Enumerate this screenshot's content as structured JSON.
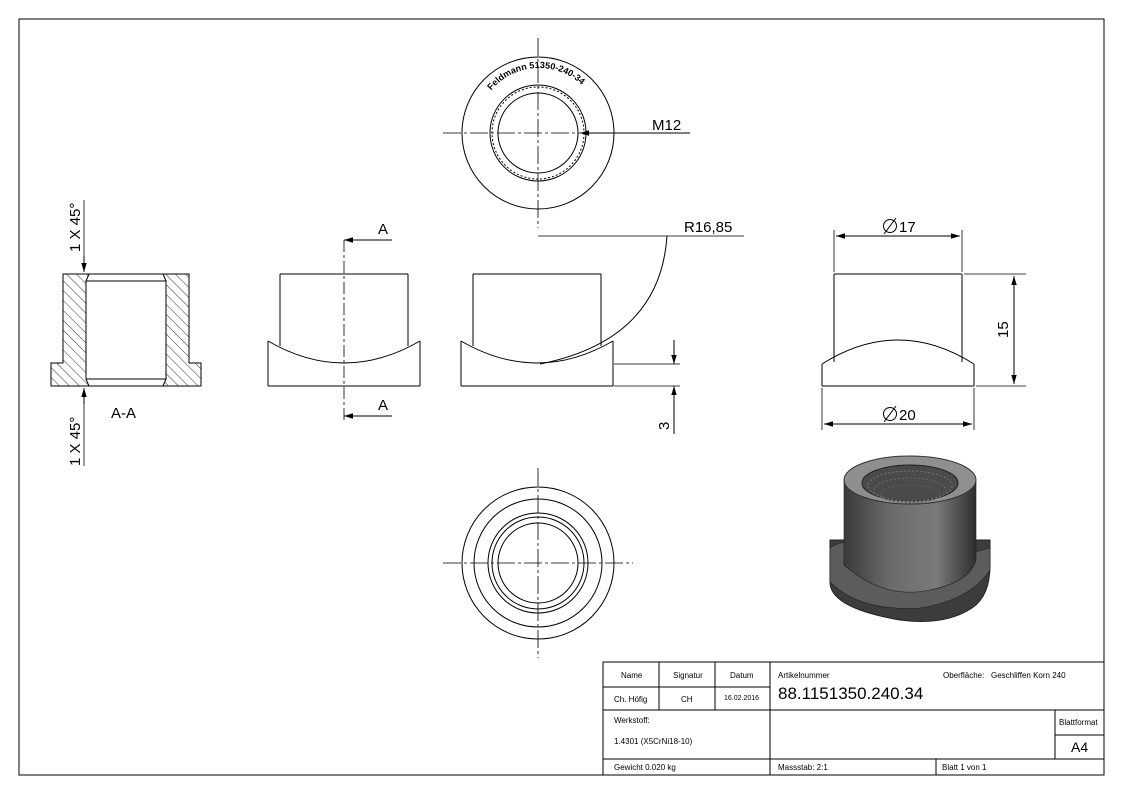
{
  "drawing": {
    "engraving": "Feldmann 51350-240-34",
    "thread_label": "M12",
    "radius_label": "R16,85",
    "diameter_top_label": "17",
    "diameter_bottom_label": "20",
    "height_label": "15",
    "step_label": "3",
    "chamfer_top_label": "1 X 45°",
    "chamfer_bottom_label": "1 X 45°",
    "section_label": "A-A",
    "section_marker_top": "A",
    "section_marker_bottom": "A"
  },
  "title_block": {
    "name_header": "Name",
    "signature_header": "Signatur",
    "date_header": "Datum",
    "name_value": "Ch. Höfig",
    "signature_value": "CH",
    "date_value": "16.02.2016",
    "article_label": "Artikelnummer",
    "article_value": "88.1151350.240.34",
    "surface_label": "Oberfläche:",
    "surface_value": "Geschliffen Korn 240",
    "material_label": "Werkstoff:",
    "material_value": "1.4301 (X5CrNi18-10)",
    "format_label": "Blattformat",
    "format_value": "A4",
    "weight_value": "Gewicht 0.020 kg",
    "scale_value": "Massstab: 2:1",
    "sheet_value": "Blatt 1 von 1"
  },
  "colors": {
    "line": "#000000",
    "render_dark": "#4a4a4a",
    "render_light": "#8c8c8c"
  }
}
